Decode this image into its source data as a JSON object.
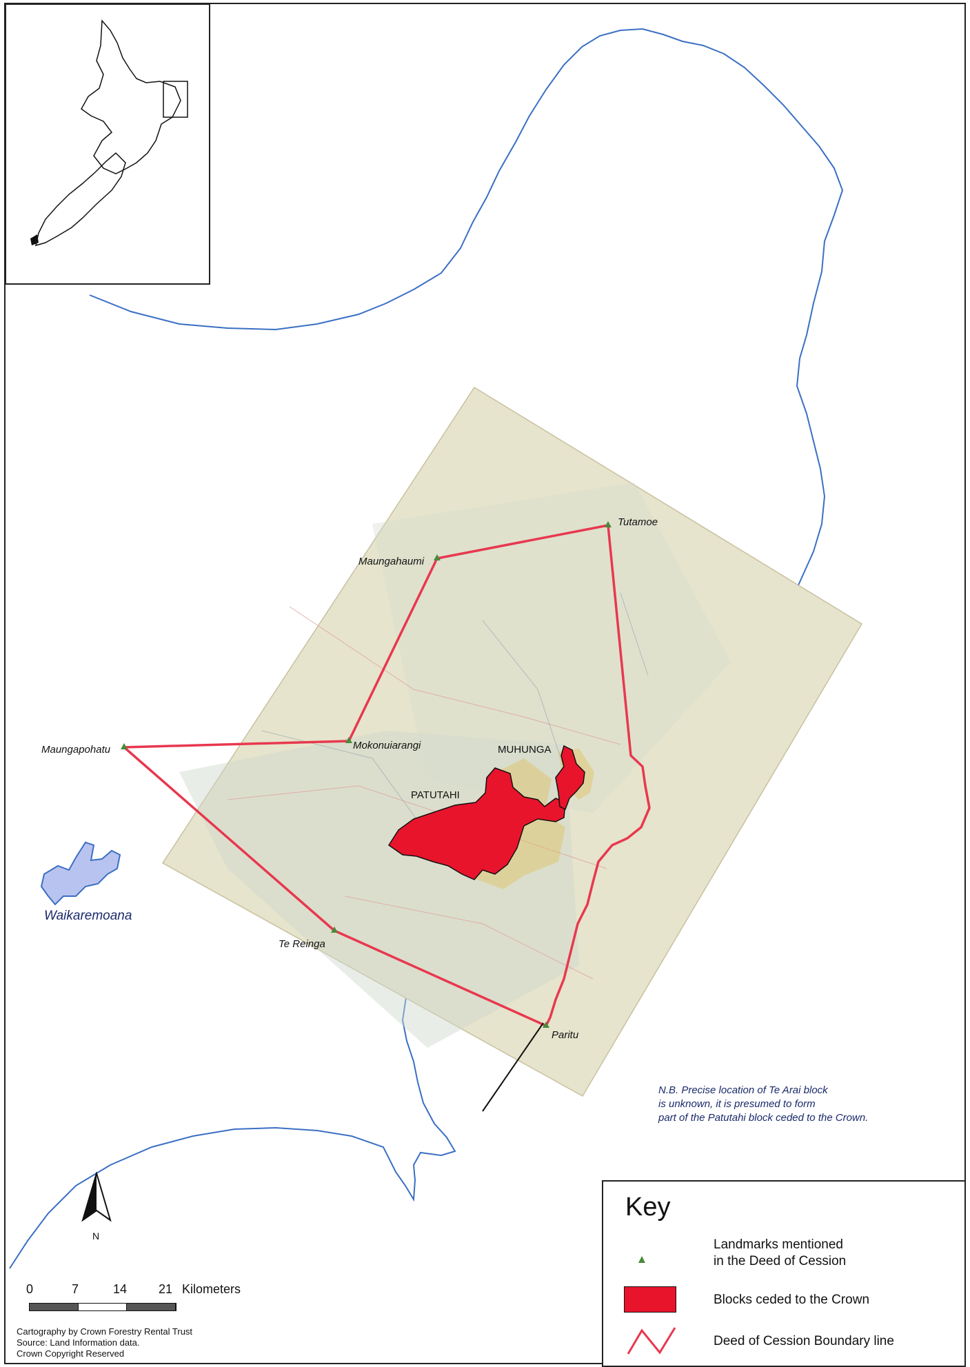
{
  "landmarks": [
    {
      "name": "Tutamoe"
    },
    {
      "name": "Maungahaumi"
    },
    {
      "name": "Mokonuiarangi"
    },
    {
      "name": "Maungapohatu"
    },
    {
      "name": "Te Reinga"
    },
    {
      "name": "Paritu"
    }
  ],
  "blocks": {
    "muhunga": "MUHUNGA",
    "patutahi": "PATUTAHI"
  },
  "lake": "Waikaremoana",
  "note": {
    "line1": "N.B. Precise location of Te Arai block",
    "line2": "is unknown, it is presumed to form",
    "line3": "part of the Patutahi block ceded to the Crown."
  },
  "key": {
    "title": "Key",
    "landmark_line1": "Landmarks mentioned",
    "landmark_line2": "in the Deed of Cession",
    "blocks": "Blocks ceded to the Crown",
    "boundary": "Deed of Cession Boundary line"
  },
  "scale": {
    "ticks": [
      "0",
      "7",
      "14",
      "21"
    ],
    "unit": "Kilometers"
  },
  "north": "N",
  "credits": {
    "line1": "Cartography by Crown Forestry Rental Trust",
    "line2": "Source: Land Information data.",
    "line3": "Crown Copyright Reserved"
  },
  "colors": {
    "coast": "#3a6fc4",
    "boundary": "#e8384f",
    "block_fill": "#e8142c",
    "landmark": "#4a8a3a",
    "lake": "#b9c3ef",
    "historic_map": "#e6e4cc"
  }
}
